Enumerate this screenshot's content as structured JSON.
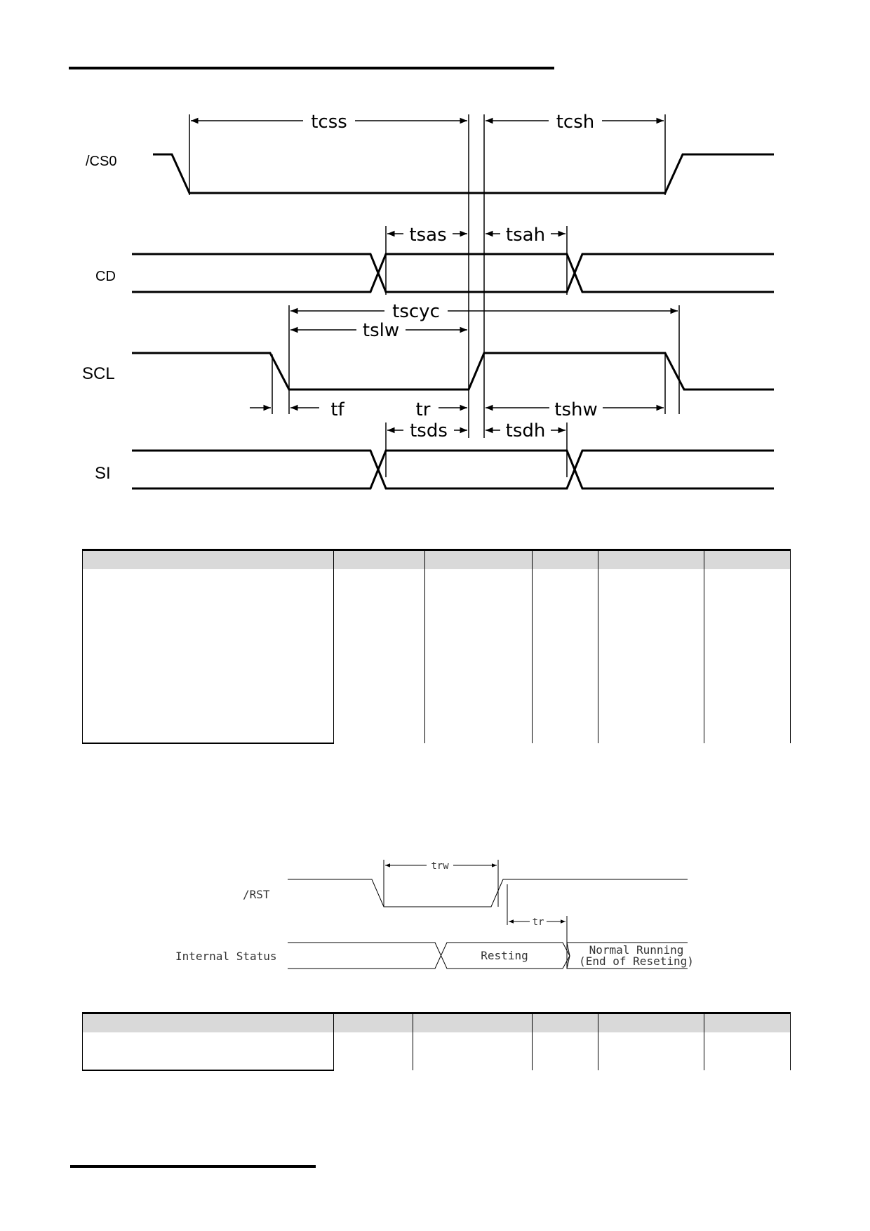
{
  "timing_diagram_1": {
    "signals": [
      {
        "id": "cs0",
        "label": "/CS0"
      },
      {
        "id": "cd",
        "label": "CD"
      },
      {
        "id": "scl",
        "label": "SCL"
      },
      {
        "id": "si",
        "label": "SI"
      }
    ],
    "parameters": [
      {
        "id": "tcss",
        "label": "tcss"
      },
      {
        "id": "tcsh",
        "label": "tcsh"
      },
      {
        "id": "tsas",
        "label": "tsas"
      },
      {
        "id": "tsah",
        "label": "tsah"
      },
      {
        "id": "tscyc",
        "label": "tscyc"
      },
      {
        "id": "tslw",
        "label": "tslw"
      },
      {
        "id": "tf",
        "label": "tf"
      },
      {
        "id": "tr",
        "label": "tr"
      },
      {
        "id": "tshw",
        "label": "tshw"
      },
      {
        "id": "tsds",
        "label": "tsds"
      },
      {
        "id": "tsdh",
        "label": "tsdh"
      }
    ]
  },
  "timing_diagram_2": {
    "signals": [
      {
        "id": "rst",
        "label": "/RST"
      },
      {
        "id": "internal",
        "label": "Internal Status"
      }
    ],
    "parameters": [
      {
        "id": "trw",
        "label": "trw"
      },
      {
        "id": "tr",
        "label": "tr"
      }
    ],
    "states": {
      "resetting": "Resting",
      "running_line1": "Normal Running",
      "running_line2": "(End of Reseting)"
    }
  },
  "table_1": {
    "columns": [
      "",
      "",
      "",
      "",
      "",
      ""
    ]
  },
  "table_2": {
    "columns": [
      "",
      "",
      "",
      "",
      "",
      ""
    ]
  }
}
